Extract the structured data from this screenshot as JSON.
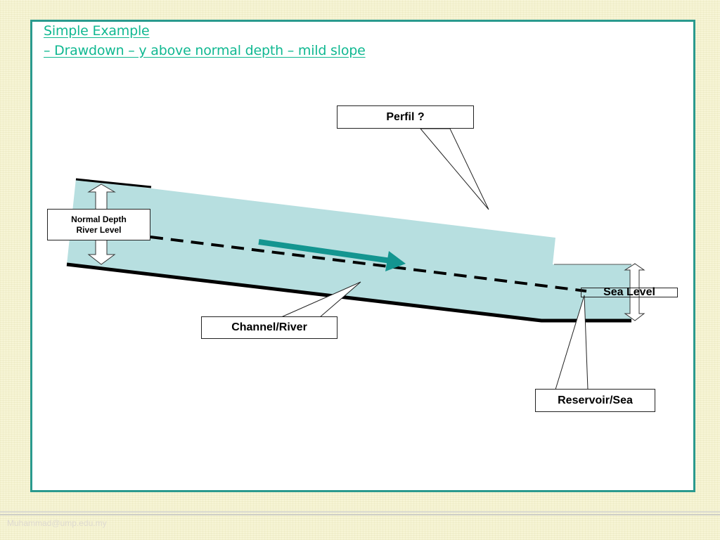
{
  "title": {
    "line1": "Simple Example",
    "line2": "– Drawdown – y above normal depth – mild slope"
  },
  "labels": {
    "perfil": "Perfil ?",
    "normal_depth": "Normal Depth",
    "river_level": "River Level",
    "channel_river": "Channel/River",
    "sea_level": "Sea Level",
    "reservoir_sea": "Reservoir/Sea"
  },
  "footer": {
    "email": "Muhammad@ump.edu.my"
  },
  "colors": {
    "background": "#f7f5d6",
    "panel_border": "#2a9a8e",
    "title": "#10b891",
    "water": "#b7dfe0",
    "flow_arrow": "#139590"
  }
}
